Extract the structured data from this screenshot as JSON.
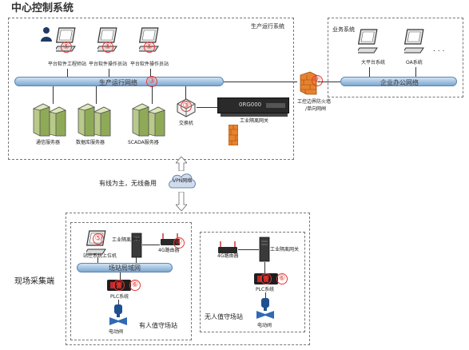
{
  "title": "中心控制系统",
  "production_system": {
    "label": "生产运行系统",
    "workstations": [
      "平台软件工程师站",
      "平台软件操作员站",
      "平台软件操作员站"
    ],
    "network_label": "生产运行网络",
    "servers": [
      "通信服务器",
      "数据库服务器",
      "SCADA服务器"
    ],
    "switch_label": "交换机",
    "gateway_label": "工业隔离网关",
    "device_display": "0RG000"
  },
  "firewall": {
    "label_line1": "工控边界防火墙",
    "label_line2": "/单向网闸"
  },
  "business_system": {
    "label": "业务系统",
    "clients": [
      "大平台系统",
      "OA系统"
    ],
    "ellipsis": ". . .",
    "network_label": "企业办公网络"
  },
  "vpn": {
    "cloud_label": "VPN网络",
    "note": "有线为主，无线备用"
  },
  "field": {
    "label": "现场采集端",
    "attended": {
      "label": "有人值守场站",
      "pc_label": "站控系统上位机",
      "gateway_label": "工业隔离网关",
      "router_label": "4G路由器",
      "network_label": "场站局域网",
      "plc_label": "PLC系统",
      "valve_label": "电动阀"
    },
    "unattended": {
      "label": "无人值守场站",
      "router_label": "4G路由器",
      "gateway_label": "工业隔离网关",
      "plc_label": "PLC系统",
      "valve_label": "电动阀"
    }
  },
  "markers": [
    "⑤",
    "⑤",
    "⑤",
    "③",
    "③",
    "②",
    "⑤",
    "④",
    "④",
    "⑥",
    "④",
    "⑥"
  ],
  "colors": {
    "marker": "#e53935",
    "bus": "#7fa7cf",
    "firewall": "#e8822e"
  }
}
